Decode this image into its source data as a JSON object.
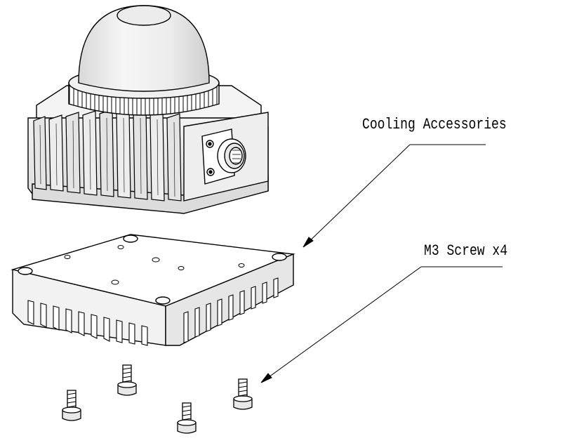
{
  "labels": {
    "cooling_accessories": "Cooling Accessories",
    "m3_screws": "M3 Screw x4"
  },
  "colors": {
    "line": "#000000",
    "background": "#ffffff",
    "shade_light": "#e6e6e6",
    "shade_mid": "#c8c8c8",
    "shade_dark": "#8a8a8a"
  },
  "parts": {
    "camera_unit": "dome-camera-housing",
    "heatsink": "cooling-heatsink",
    "screws": "m3-screw-set",
    "screw_count": 4
  }
}
